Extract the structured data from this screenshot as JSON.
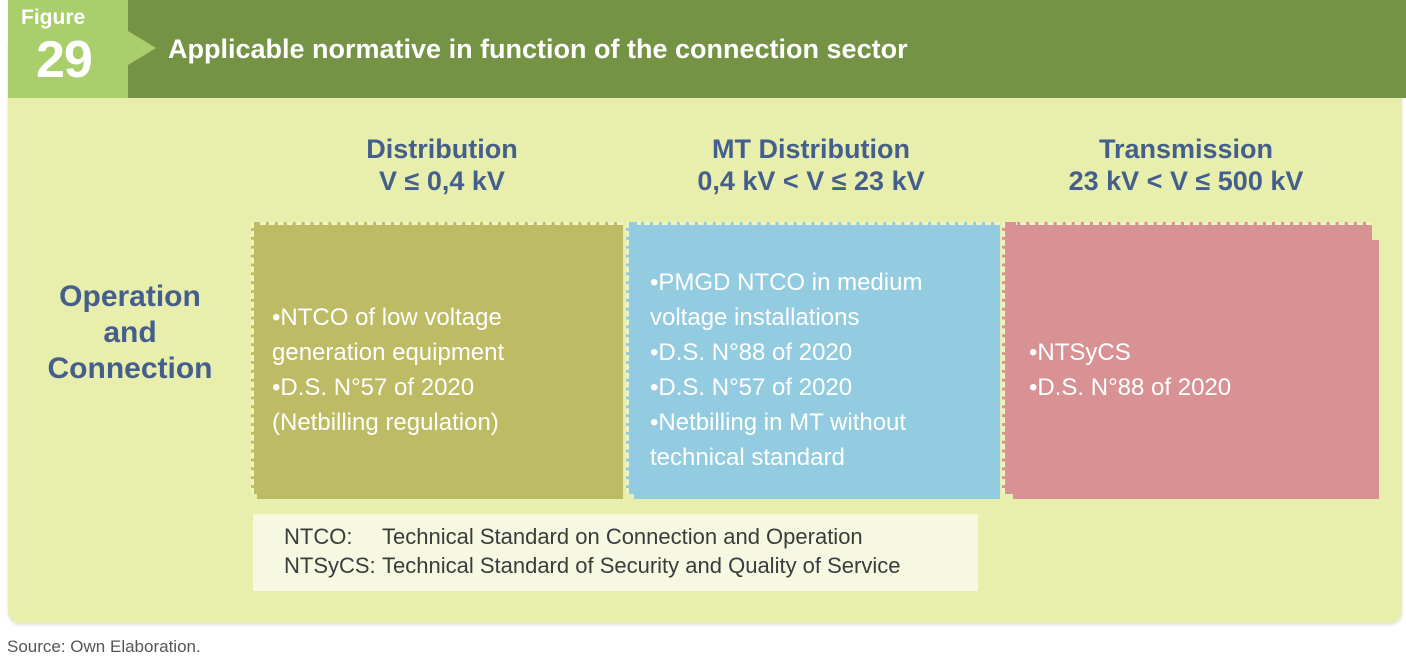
{
  "figure": {
    "word": "Figure",
    "number": "29"
  },
  "title": "Applicable normative in function of the connection sector",
  "columns": [
    {
      "name": "Distribution",
      "range": "V ≤ 0,4 kV"
    },
    {
      "name": "MT Distribution",
      "range": "0,4 kV < V ≤ 23 kV"
    },
    {
      "name": "Transmission",
      "range": "23 kV < V ≤ 500 kV"
    }
  ],
  "row_label": [
    "Operation",
    "and",
    "Connection"
  ],
  "boxes": [
    {
      "color": "#bdbb63",
      "lines": [
        "•NTCO of low voltage",
        "generation equipment",
        "•D.S. N°57 of 2020",
        "(Netbilling regulation)"
      ]
    },
    {
      "color": "#93cce0",
      "lines": [
        "•PMGD NTCO in medium",
        "voltage installations",
        "•D.S. N°88 of 2020",
        "•D.S. N°57 of 2020",
        "•Netbilling in MT without",
        "technical standard"
      ]
    },
    {
      "color": "#d99294",
      "lines": [
        "•NTSyCS",
        "•D.S. N°88 of 2020"
      ]
    }
  ],
  "legend": [
    {
      "abbr": "NTCO:",
      "definition": "Technical Standard on Connection and Operation"
    },
    {
      "abbr": "NTSyCS:",
      "definition": "Technical Standard of Security and Quality of Service"
    }
  ],
  "source": "Source: Own Elaboration.",
  "colors": {
    "header": "#759345",
    "tab": "#a8cf6c",
    "panel": "#e8eeac",
    "heading_text": "#455f8c"
  }
}
